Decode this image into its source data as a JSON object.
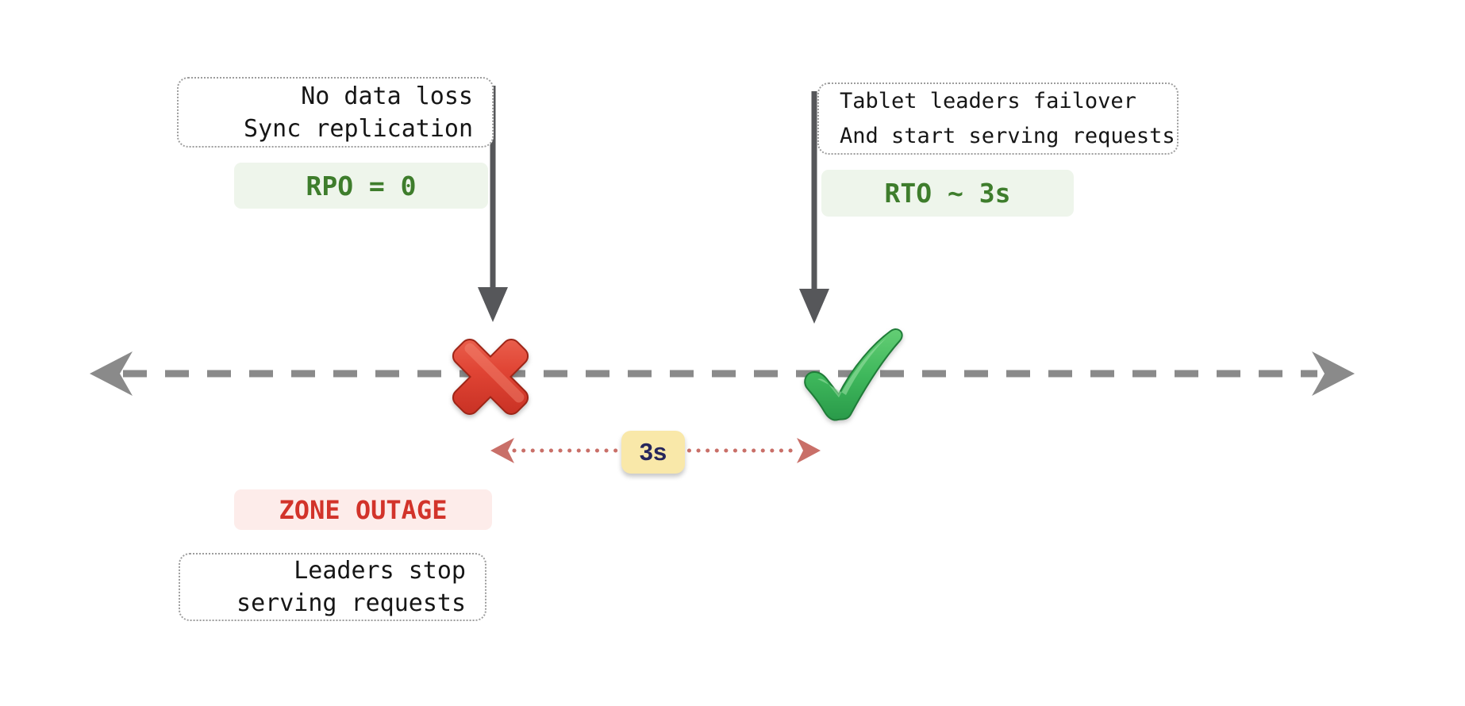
{
  "diagram": {
    "top_left_note": {
      "line1": "No data loss",
      "line2": "Sync replication"
    },
    "rpo_badge_label": "RPO = 0",
    "top_right_note": {
      "line1": "Tablet leaders failover",
      "line2": "And start serving requests"
    },
    "rto_badge_label": "RTO ~ 3s",
    "duration_badge_label": "3s",
    "zone_outage_label": "ZONE OUTAGE",
    "bottom_left_note": {
      "line1": "Leaders stop",
      "line2": "serving requests"
    },
    "icons": {
      "outage_point": "cross-mark-icon",
      "recovery_point": "check-mark-icon",
      "timeline": "dashed-double-arrow-timeline-icon",
      "duration_span": "dotted-double-arrow-icon",
      "outage_marker": "down-arrow-icon",
      "recovery_marker": "down-arrow-icon"
    },
    "colors": {
      "accent_green_text": "#3e7d2c",
      "green_badge_bg": "#eef5eb",
      "alert_red_text": "#d2332a",
      "red_badge_bg": "#fdecea",
      "duration_badge_bg": "#f9e8a9",
      "duration_badge_text": "#26265c",
      "marker_arrow_dark": "#56575a",
      "timeline_gray": "#8a8a8a",
      "duration_dotted_red": "#c96f68",
      "cross_red": "#d63a2b",
      "check_green": "#3aa855"
    }
  }
}
